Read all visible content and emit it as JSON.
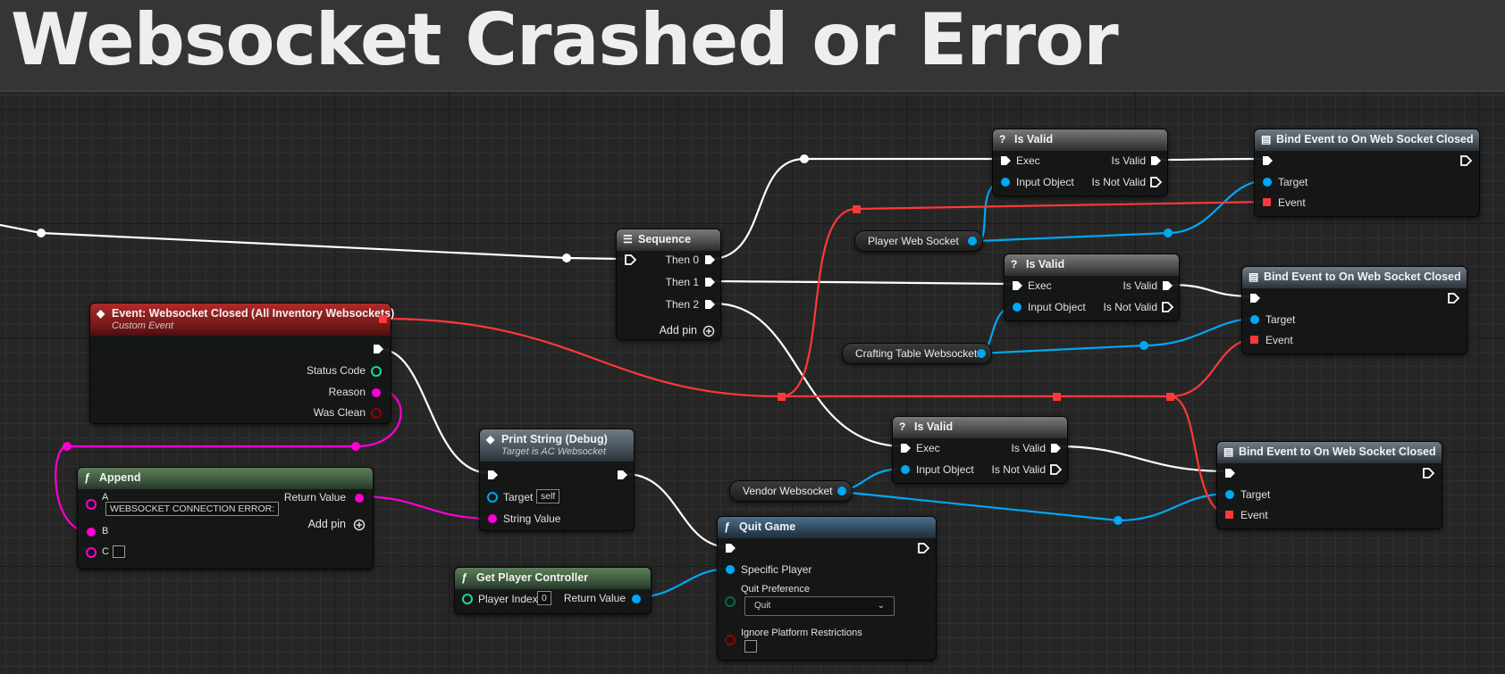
{
  "comment": {
    "title": "Websocket Crashed or Error"
  },
  "event_node": {
    "title": "Event: Websocket Closed (All Inventory Websockets)",
    "subtitle": "Custom Event",
    "pins": {
      "status_code": "Status Code",
      "reason": "Reason",
      "was_clean": "Was Clean"
    }
  },
  "append_node": {
    "title": "Append",
    "pins": {
      "a": "A",
      "a_value": "WEBSOCKET CONNECTION ERROR:",
      "b": "B",
      "c": "C",
      "return_value": "Return Value",
      "add_pin": "Add pin"
    }
  },
  "sequence_node": {
    "title": "Sequence",
    "pins": {
      "then0": "Then 0",
      "then1": "Then 1",
      "then2": "Then 2",
      "add_pin": "Add pin"
    }
  },
  "print_string_node": {
    "title": "Print String (Debug)",
    "subtitle": "Target is AC Websocket",
    "pins": {
      "target": "Target",
      "target_value": "self",
      "string_value": "String Value"
    }
  },
  "get_player_controller_node": {
    "title": "Get Player Controller",
    "pins": {
      "player_index": "Player Index",
      "player_index_value": "0",
      "return_value": "Return Value"
    }
  },
  "quit_game_node": {
    "title": "Quit Game",
    "pins": {
      "specific_player": "Specific Player",
      "quit_preference": "Quit Preference",
      "quit_preference_value": "Quit",
      "ignore_platform": "Ignore Platform Restrictions"
    }
  },
  "is_valid_nodes": [
    {
      "title": "Is Valid",
      "exec": "Exec",
      "input_object": "Input Object",
      "is_valid": "Is Valid",
      "is_not_valid": "Is Not Valid"
    },
    {
      "title": "Is Valid",
      "exec": "Exec",
      "input_object": "Input Object",
      "is_valid": "Is Valid",
      "is_not_valid": "Is Not Valid"
    },
    {
      "title": "Is Valid",
      "exec": "Exec",
      "input_object": "Input Object",
      "is_valid": "Is Valid",
      "is_not_valid": "Is Not Valid"
    }
  ],
  "bind_nodes": [
    {
      "title": "Bind Event to On Web Socket Closed",
      "target": "Target",
      "event": "Event"
    },
    {
      "title": "Bind Event to On Web Socket Closed",
      "target": "Target",
      "event": "Event"
    },
    {
      "title": "Bind Event to On Web Socket Closed",
      "target": "Target",
      "event": "Event"
    }
  ],
  "variables": {
    "player_ws": "Player Web Socket",
    "crafting_ws": "Crafting Table Websocket",
    "vendor_ws": "Vendor Websocket"
  },
  "colors": {
    "exec": "#ffffff",
    "object": "#00a8f4",
    "string": "#fb00d3",
    "delegate": "#ff3838",
    "int": "#1ed6a0",
    "bool": "#940000"
  }
}
